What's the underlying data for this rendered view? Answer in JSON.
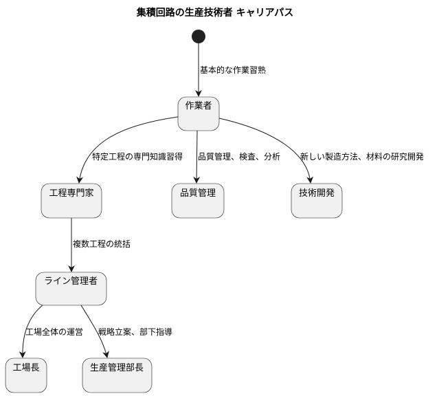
{
  "diagram": {
    "title": "集積回路の生産技術者 キャリアパス",
    "states": {
      "worker": "作業者",
      "process_specialist": "工程専門家",
      "quality_control": "品質管理",
      "tech_development": "技術開発",
      "line_manager": "ライン管理者",
      "factory_manager": "工場長",
      "production_manager": "生産管理部長"
    },
    "transitions": {
      "start_to_worker": "基本的な作業習熟",
      "worker_to_process_specialist": "特定工程の専門知識習得",
      "worker_to_quality_control": "品質管理、検査、分析",
      "worker_to_tech_development": "新しい製造方法、材料の研究開発",
      "process_specialist_to_line_manager": "複数工程の統括",
      "line_manager_to_factory_manager": "工場全体の運営",
      "line_manager_to_production_manager": "戦略立案、部下指導"
    }
  }
}
